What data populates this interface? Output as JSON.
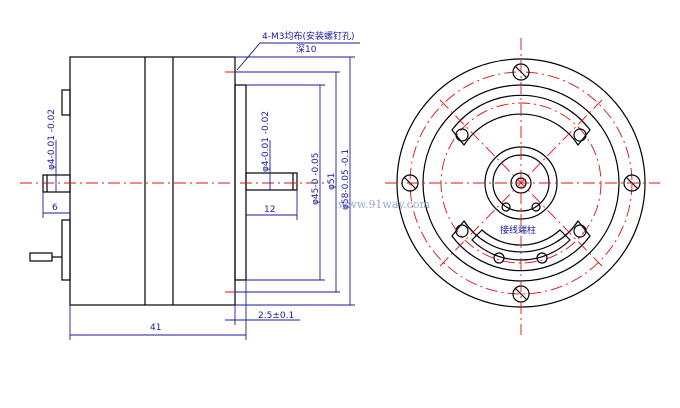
{
  "annotations": {
    "hole_note": "4-M3均布(安装螺钉孔)",
    "depth_note": "深10",
    "terminal_note": "接线端柱",
    "watermark": "www.91way.com"
  },
  "dimensions": {
    "left_shaft_dia": "φ4-0.01 -0.02",
    "left_shaft_len": "6",
    "right_shaft_dia": "φ4-0.01 -0.02",
    "right_shaft_len": "12",
    "pilot_dia": "φ45-0 -0.05",
    "bolt_circle_dia": "φ51",
    "body_dia": "φ58-0.05 -0.1",
    "body_length": "41",
    "flange_thickness": "2.5±0.1"
  },
  "colors": {
    "outline": "#000000",
    "dimension": "#1a1aa0",
    "centerline": "#e01010"
  }
}
